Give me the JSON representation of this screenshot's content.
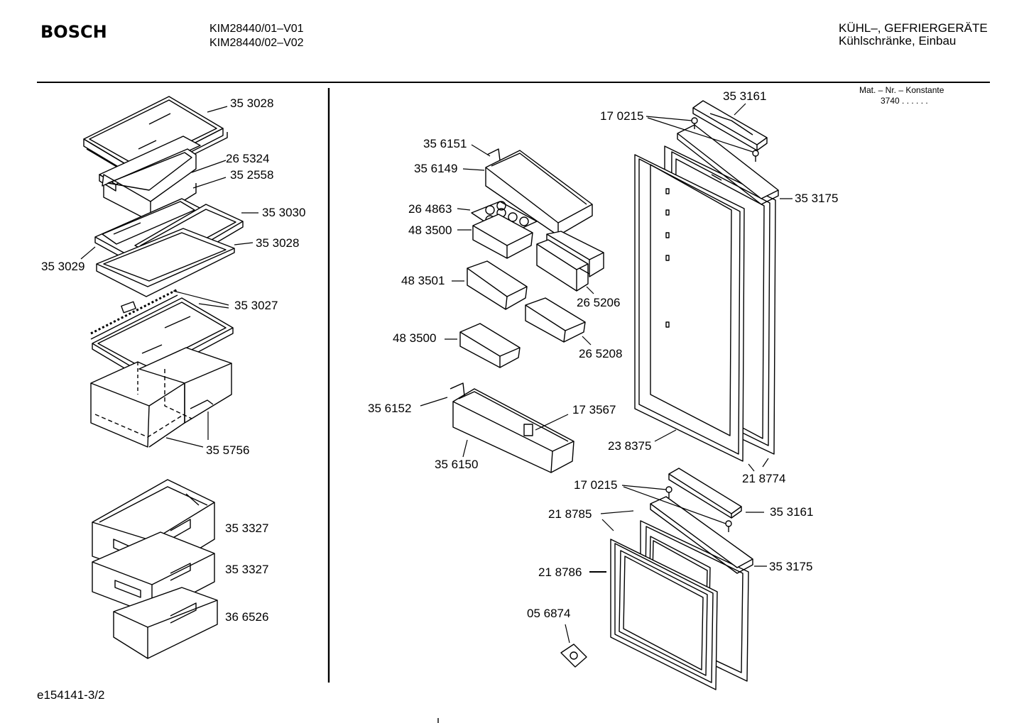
{
  "header": {
    "brand": "BOSCH",
    "models": [
      "KIM28440/01–V01",
      "KIM28440/02–V02"
    ],
    "category": [
      "KÜHL–, GEFRIERGERÄTE",
      "Kühlschränke, Einbau"
    ]
  },
  "material_note": {
    "title": "Mat. – Nr. – Konstante",
    "value": "3740 . .  . . . ."
  },
  "left_parts": {
    "p1": "35 3028",
    "p2": "26 5324",
    "p3": "35 2558",
    "p4": "35 3030",
    "p5": "35 3028",
    "p6": "35 3029",
    "p7": "35 3027",
    "p8": "35 5756",
    "p9": "35 3327",
    "p10": "35 3327",
    "p11": "36 6526"
  },
  "door_parts": {
    "p1": "35 6151",
    "p2": "35 6149",
    "p3": "26 4863",
    "p4": "48 3500",
    "p5": "48 3501",
    "p6": "26 5206",
    "p7": "26 5208",
    "p8": "48 3500",
    "p9": "35 6152",
    "p10": "17 3567",
    "p11": "35 6150"
  },
  "frame_parts": {
    "p1": "35 3161",
    "p2": "17 0215",
    "p3": "35 3175",
    "p4": "23 8375",
    "p5": "21 8774",
    "p6": "17 0215",
    "p7": "21 8785",
    "p8": "35 3161",
    "p9": "35 3175",
    "p10": "21 8786",
    "p11": "05 6874"
  },
  "footer": {
    "drawing_id": "e154141-3/2"
  }
}
